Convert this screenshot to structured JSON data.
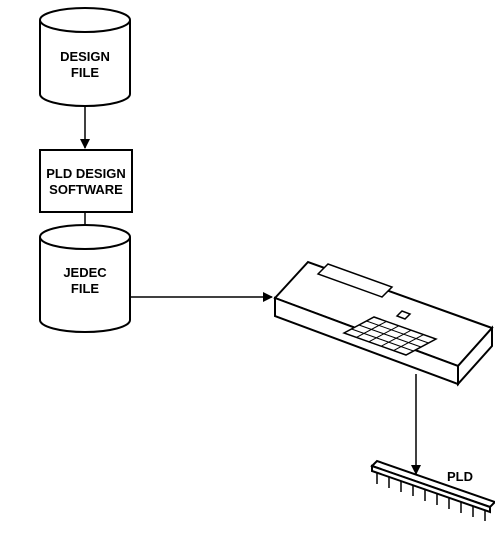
{
  "diagram": {
    "design_file": {
      "line1": "DESIGN",
      "line2": "FILE"
    },
    "software": {
      "line1": "PLD DESIGN",
      "line2": "SOFTWARE"
    },
    "jedec_file": {
      "line1": "JEDEC",
      "line2": "FILE"
    },
    "device_label": "PLD"
  }
}
